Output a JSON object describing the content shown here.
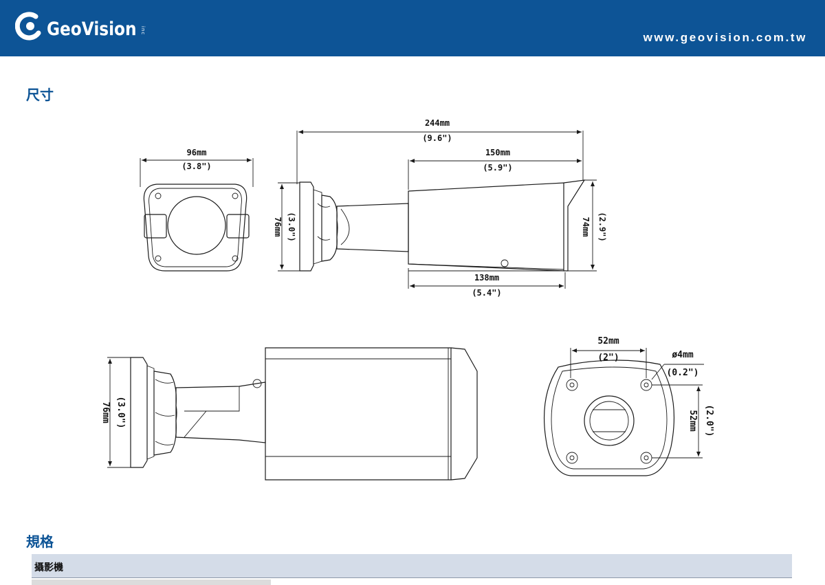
{
  "header": {
    "brand": "GeoVision",
    "brand_suffix": "inc",
    "url": "www.geovision.com.tw",
    "bg_color": "#0d5496"
  },
  "sections": {
    "dimensions_title": "尺寸",
    "specs_title": "規格"
  },
  "drawing": {
    "top_view": {
      "length_mm": "244mm",
      "length_in": "(9.6\")",
      "housing_mm": "150mm",
      "housing_in": "(5.9\")",
      "body_mm": "138mm",
      "body_in": "(5.4\")",
      "base_height_mm": "76mm",
      "base_height_in": "(3.0\")",
      "front_height_mm": "74mm",
      "front_height_in": "(2.9\")"
    },
    "front_view": {
      "width_mm": "96mm",
      "width_in": "(3.8\")"
    },
    "side_view": {
      "height_mm": "76mm",
      "height_in": "(3.0\")"
    },
    "mount_view": {
      "spacing_mm": "52mm",
      "spacing_in": "(2\")",
      "hole_mm": "ø4mm",
      "hole_in": "(0.2\")",
      "vspacing_mm": "52mm",
      "vspacing_in": "(2.0\")"
    }
  },
  "table": {
    "header_label": "攝影機"
  }
}
